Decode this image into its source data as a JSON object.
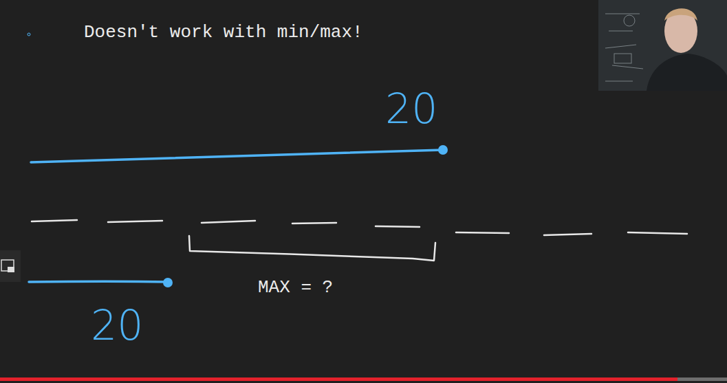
{
  "diagram": {
    "title": "Doesn't work with min/max!",
    "labels": [
      "20",
      "MAX = ?",
      "20"
    ]
  }
}
